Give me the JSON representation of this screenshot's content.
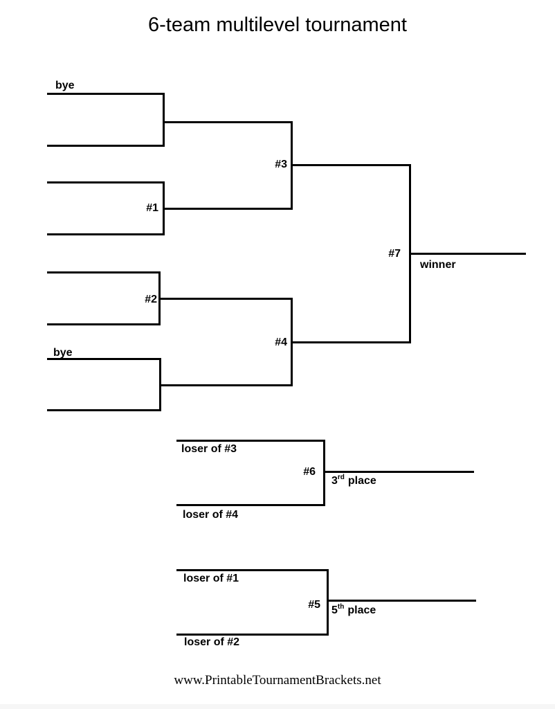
{
  "title": "6-team multilevel tournament",
  "main_bracket": {
    "bye_top": "bye",
    "bye_bottom": "bye",
    "game1_label": "#1",
    "game2_label": "#2",
    "game3_label": "#3",
    "game4_label": "#4",
    "final_label": "#7",
    "winner_label": "winner"
  },
  "third_place_bracket": {
    "top_seed": "loser of #3",
    "bottom_seed": "loser of #4",
    "game_label": "#6",
    "place_number": "3",
    "place_ordinal": "rd",
    "place_word": "place"
  },
  "fifth_place_bracket": {
    "top_seed": "loser of #1",
    "bottom_seed": "loser of #2",
    "game_label": "#5",
    "place_number": "5",
    "place_ordinal": "th",
    "place_word": "place"
  },
  "footer": "www.PrintableTournamentBrackets.net",
  "colors": {
    "line": "#000000",
    "text": "#000000",
    "background": "#ffffff"
  }
}
